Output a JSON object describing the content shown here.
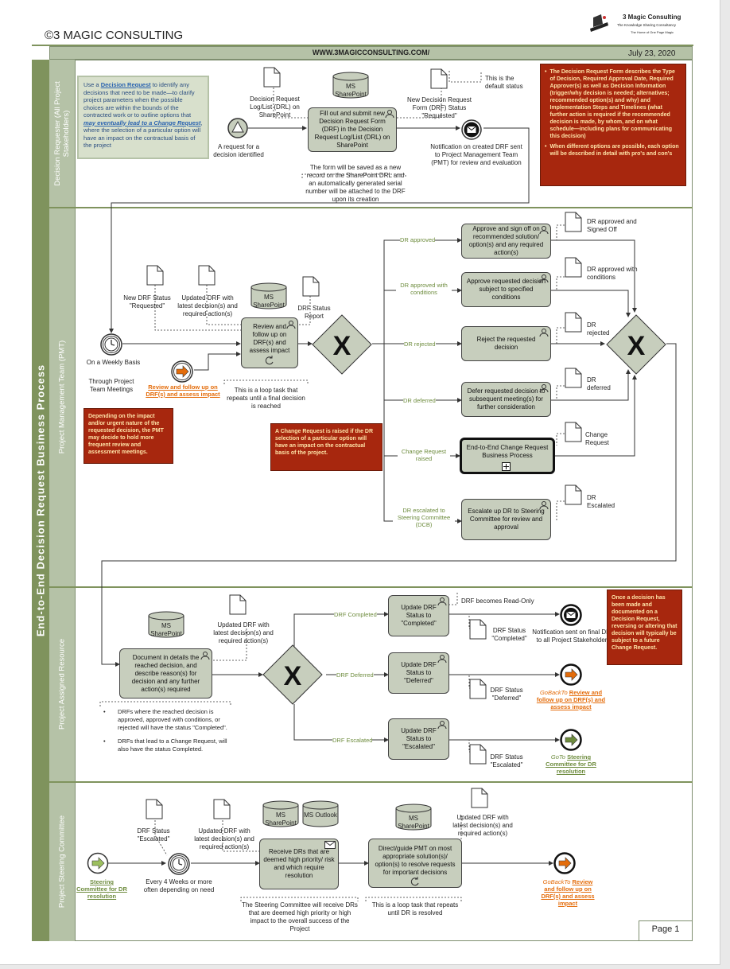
{
  "header": {
    "title": "©3 MAGIC CONSULTING",
    "logo_name": "3 Magic Consulting",
    "logo_tag1": "The Knowledge Sharing Consultancy",
    "logo_tag2": "The Home of One Page Magic",
    "website": "WWW.3MAGICCONSULTING.COM/",
    "date": "July 23, 2020"
  },
  "pool_title": "End-to-End Decision Request Business Process",
  "lanes": {
    "l1": "Decision Requester (All Project\nStakeholders)",
    "l2": "Project Management Team (PMT)",
    "l3": "Project Assigned Resource",
    "l4": "Project Steering Committee"
  },
  "lane1": {
    "note_pre": "Use a ",
    "note_link1": "Decision Request",
    "note_mid": " to identify any decisions that need to be made—to clarify project parameters when the possible choices are within the bounds of the contracted work or to outline options that ",
    "note_link2": "may eventually lead to a Change Request",
    "note_post": ", where the selection of a particular option will have an impact on the contractual basis of the project",
    "start_label": "A request for a decision identified",
    "doc_drl": "Decision Request Log/List (DRL) on SharePoint",
    "db_sharepoint": "MS SharePoint",
    "task_fill": "Fill out and submit new Decision Request Form (DRF) in the Decision Request Log/List (DRL) on SharePoint",
    "doc_drf_status": "New Decision Request Form (DRF) Status \"Requested\"",
    "default_status": "This is the default status",
    "notification": "Notification on created DRF sent to Project Management Team (PMT) for review and evaluation",
    "annotation": "The form will be saved as a new record on the SharePoint DRL and an automatically generated serial number will be attached to the DRF upon its creation",
    "red_bullet1": "The Decision Request Form describes the Type of Decision, Required Approval Date, Required Approver(s) as well as Decision Information (trigger/why decision is needed; alternatives; recommended option(s) and why) and Implementation Steps and Timelines (what further action is required if the recommended decision is made, by whom, and on what schedule—including plans for communicating this decision)",
    "red_bullet2": "When different options are possible, each option will be described in detail with pro's and con's"
  },
  "lane2": {
    "timer_label": "On a Weekly Basis",
    "timer_sub": "Through Project Team Meetings",
    "doc_new": "New DRF Status \"Requested\"",
    "doc_updated": "Updated DRF with latest decision(s) and required action(s)",
    "db_sharepoint": "MS SharePoint",
    "doc_report": "DRF Status Report",
    "task_review": "Review and follow up on DRF(s) and assess impact",
    "loop_note": "This is a loop task that repeats until a final decision is reached",
    "link_review": "Review and follow up on DRF(s) and assess impact",
    "red_left": "Depending on the impact and/or urgent nature of the requested decision, the PMT may decide to hold more frequent review and assessment meetings.",
    "red_mid": "A Change Request is raised if the DR selection of a particular option will have an impact on the contractual basis of the project.",
    "flows": {
      "approved": "DR approved",
      "conditions": "DR approved with conditions",
      "rejected": "DR rejected",
      "deferred": "DR deferred",
      "change": "Change Request raised",
      "escalated": "DR escalated to Steering Committee (DCB)"
    },
    "tasks": {
      "approve": "Approve and sign off on recommended solution/ option(s) and any required action(s)",
      "approve_cond": "Approve requested decision subject to specified conditions",
      "reject": "Reject the requested decision",
      "defer": "Defer requested decision to subsequent meeting(s) for further consideration",
      "change": "End-to-End Change Request Business Process",
      "escalate": "Escalate up DR to Steering Committee for review and approval"
    },
    "docs": {
      "approved": "DR approved and Signed Off",
      "conditions": "DR approved with conditions",
      "rejected": "DR rejected",
      "deferred": "DR deferred",
      "change": "Change Request",
      "escalated": "DR Escalated"
    }
  },
  "lane3": {
    "db_sharepoint": "MS SharePoint",
    "doc_updated": "Updated DRF with latest decision(s) and required action(s)",
    "task_document": "Document in details the reached decision, and describe reason(s) for decision and any further action(s) required",
    "bullet1": "DRFs where the reached decision is approved, approved with conditions, or rejected will have the status \"Completed\".",
    "bullet2": "DRFs that lead to a Change Request, will also have the status Completed.",
    "flow_completed": "DRF Completed",
    "flow_deferred": "DRF Deferred",
    "flow_escalated": "DRF Escalated",
    "task_completed": "Update DRF Status to \"Completed\"",
    "task_deferred": "Update DRF Status to \"Deferred\"",
    "task_escalated": "Update DRF Status to \"Escalated\"",
    "readonly": "DRF becomes Read-Only",
    "doc_completed": "DRF Status \"Completed\"",
    "doc_deferred": "DRF Status \"Deferred\"",
    "doc_escalated": "DRF Status \"Escalated\"",
    "notification": "Notification sent on final DRF to all Project Stakeholders",
    "goback_prefix": "GoBackTo ",
    "goback_link": "Review and follow up on DRF(s) and assess impact",
    "goto_prefix": "GoTo ",
    "goto_link": "Steering Committee for DR resolution",
    "red": "Once a decision has been made and documented on a Decision Request, reversing or altering that decision will typically be subject to a future Change Request."
  },
  "lane4": {
    "start_link": "Steering Committee for DR resolution",
    "doc_escalated": "DRF Status \"Escalated\"",
    "doc_updated": "Updated DRF with latest decision(s) and required action(s)",
    "timer_label": "Every 4 Weeks or more often depending on need",
    "db_sharepoint": "MS SharePoint",
    "db_outlook": "MS Outlook",
    "task_receive": "Receive DRs that are deemed high priority/ risk and which require resolution",
    "receive_note": "The Steering Committee will receive DRs that are deemed high priority or high impact to the overall success of the Project",
    "db_sharepoint2": "MS SharePoint",
    "task_direct": "Direct/guide PMT on most appropriate solution(s)/ option(s) to resolve requests for important decisions",
    "loop_note": "This is a loop task that repeats until DR is resolved",
    "doc_updated2": "Updated DRF with latest decision(s) and required action(s)",
    "goback_prefix": "GoBackTo ",
    "goback_link": "Review and follow up on DRF(s) and assess impact"
  },
  "footer": {
    "page": "Page 1"
  },
  "colors": {
    "lane_band": "#b5c2a7",
    "pool_band": "#7f935d",
    "task_fill": "#c7cebd",
    "red_box": "#a7270e",
    "accent_orange": "#e46c0a",
    "link_blue": "#2a63b0"
  }
}
